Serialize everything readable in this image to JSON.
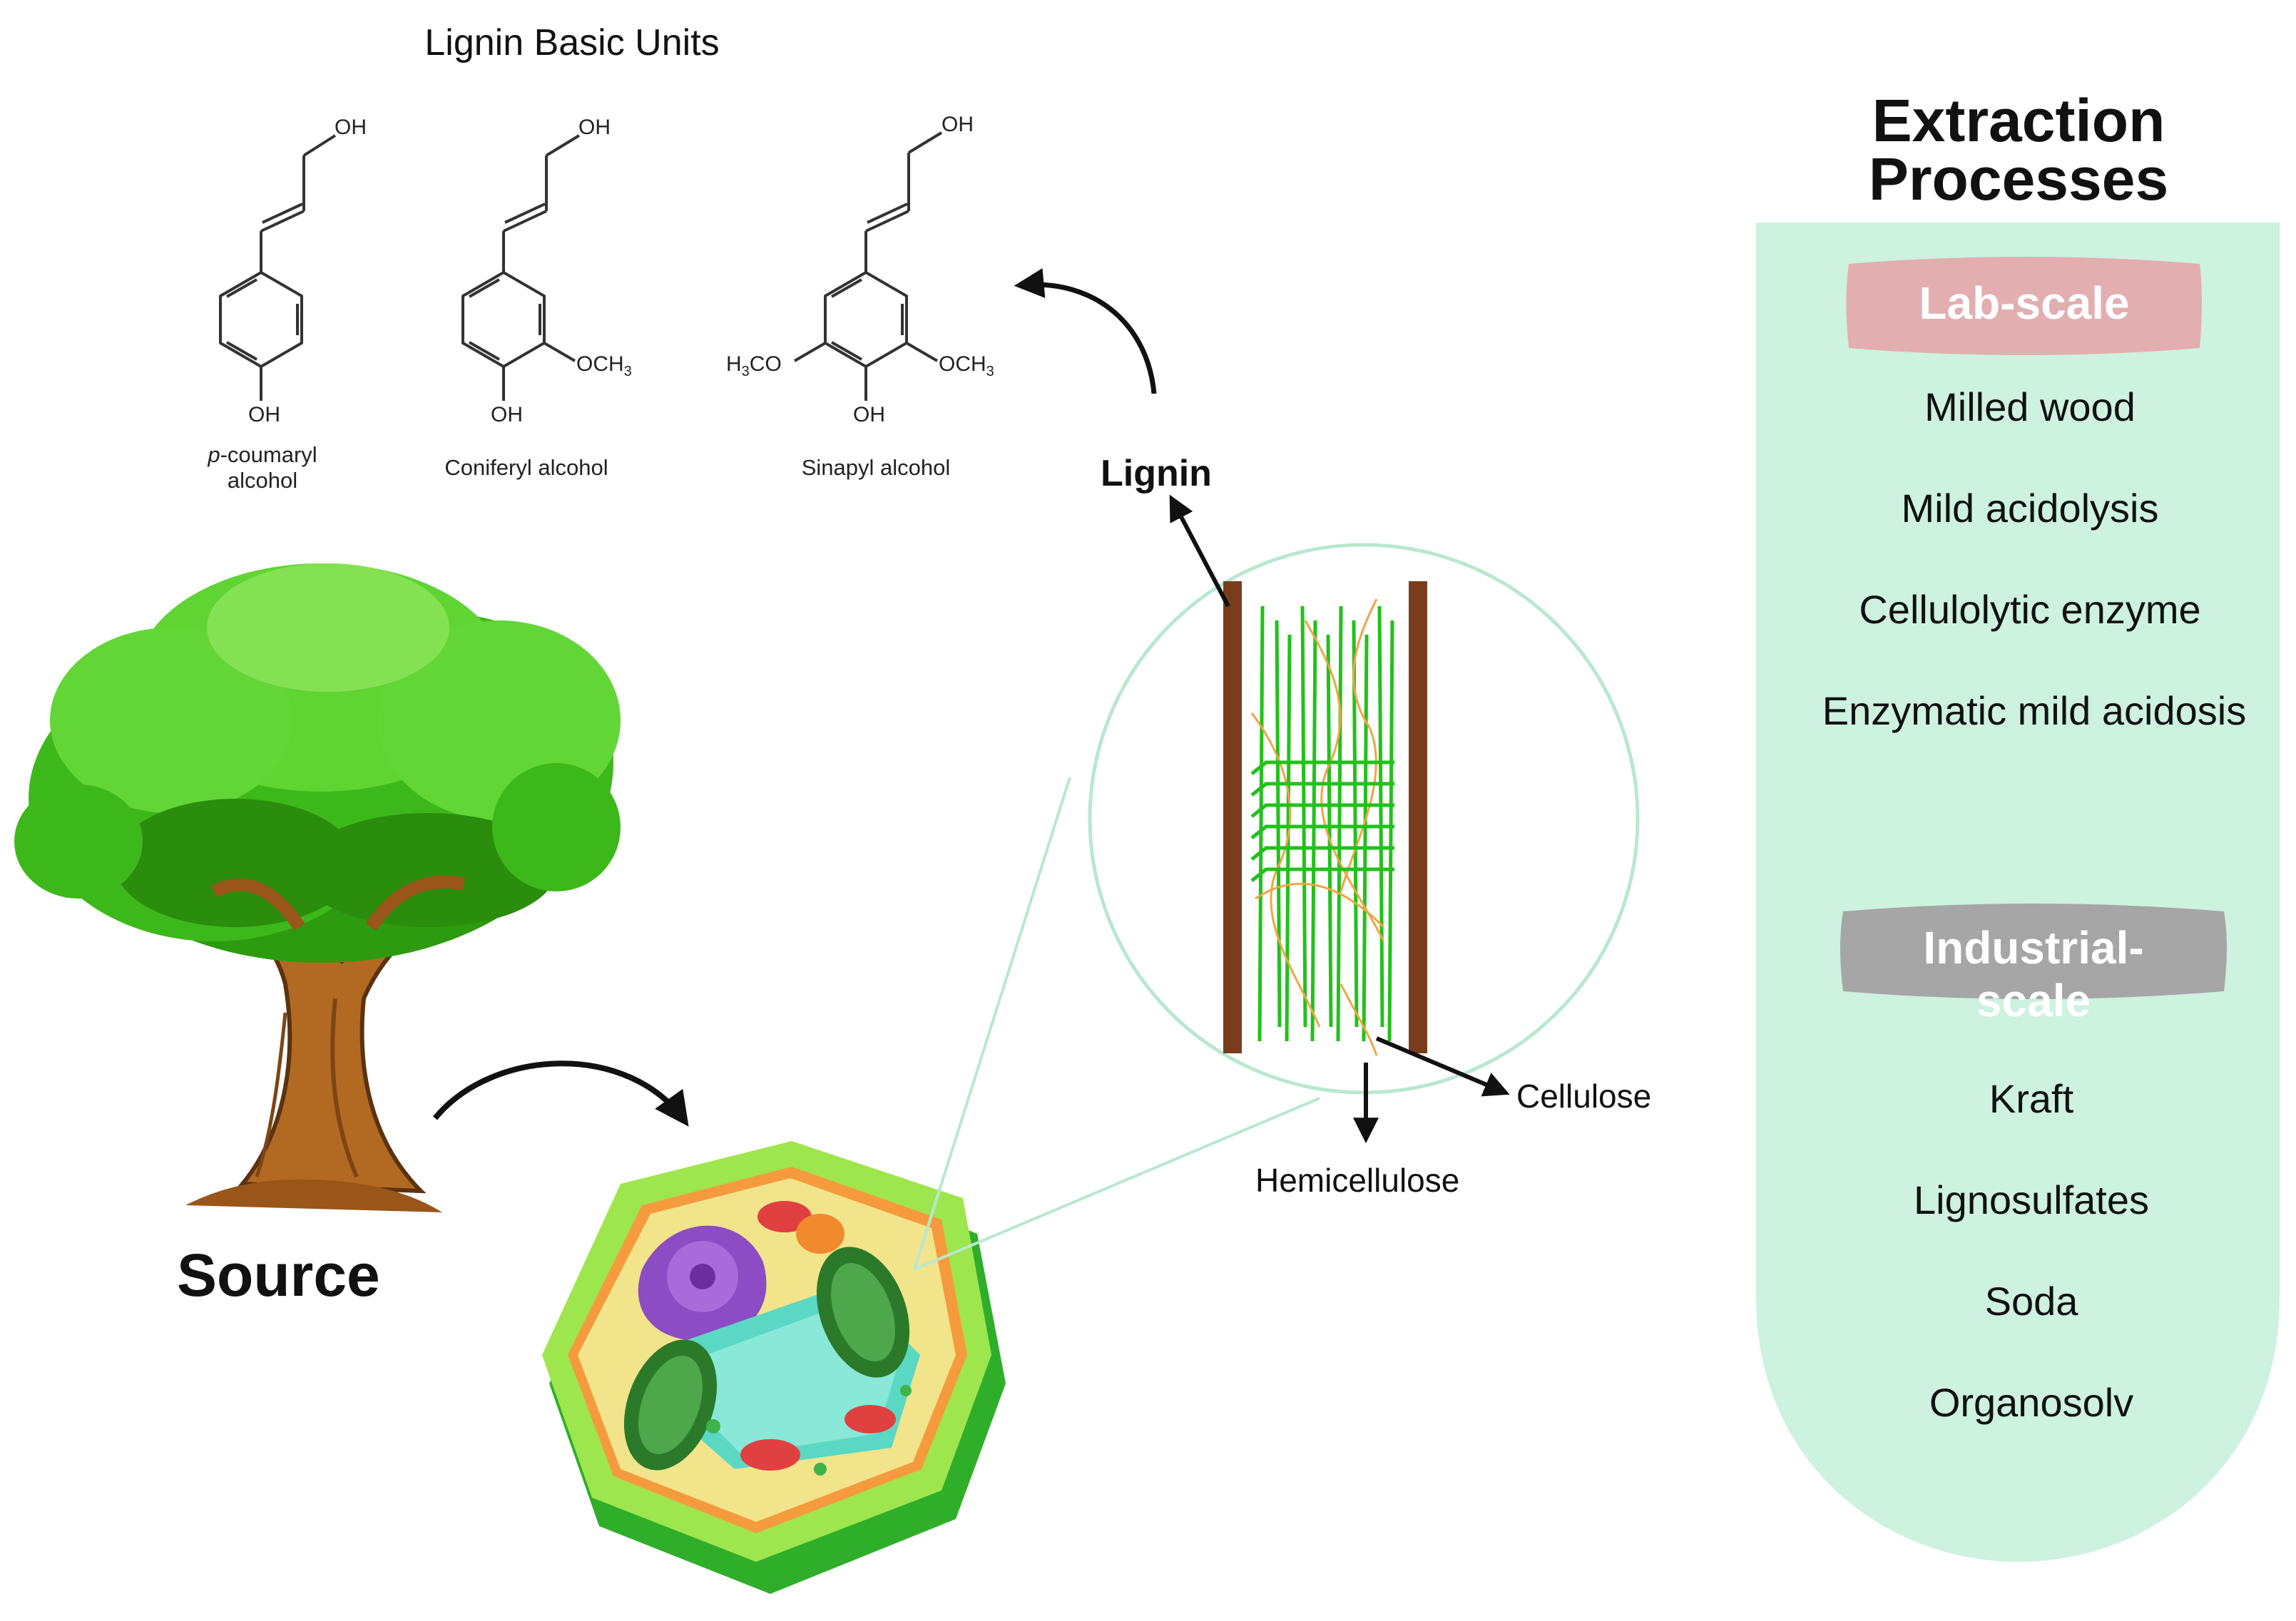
{
  "structures": {
    "title": "Lignin Basic Units",
    "units": [
      {
        "name_prefix": "p",
        "name_rest": "-coumaryl",
        "name_line2": "alcohol"
      },
      {
        "name": "Coniferyl alcohol"
      },
      {
        "name": "Sinapyl alcohol"
      }
    ],
    "oh_label": "OH",
    "och3_label": "OCH",
    "och3_sub": "3",
    "h3co_label": "H",
    "h3co_sub": "3",
    "h3co_rest": "CO"
  },
  "labels": {
    "lignin": "Lignin",
    "cellulose": "Cellulose",
    "hemicellulose": "Hemicellulose",
    "source": "Source"
  },
  "panel": {
    "title_line1": "Extraction",
    "title_line2": "Processes",
    "lab_badge": "Lab-scale",
    "lab_items": [
      "Milled wood",
      "Mild acidolysis",
      "Cellulolytic enzyme",
      "Enzymatic mild acidosis"
    ],
    "industrial_badge": "Industrial-scale",
    "industrial_items": [
      "Kraft",
      "Lignosulfates",
      "Soda",
      "Organosolv"
    ]
  },
  "colors": {
    "panel_bg": "#cdf2df",
    "lab_badge": "#e2aeb0",
    "industrial_badge": "#a6a6a6",
    "cell_wall": "#7a3d1c",
    "cellulose_fiber": "#22c11b",
    "hemicellulose_fiber": "#f0a545"
  }
}
